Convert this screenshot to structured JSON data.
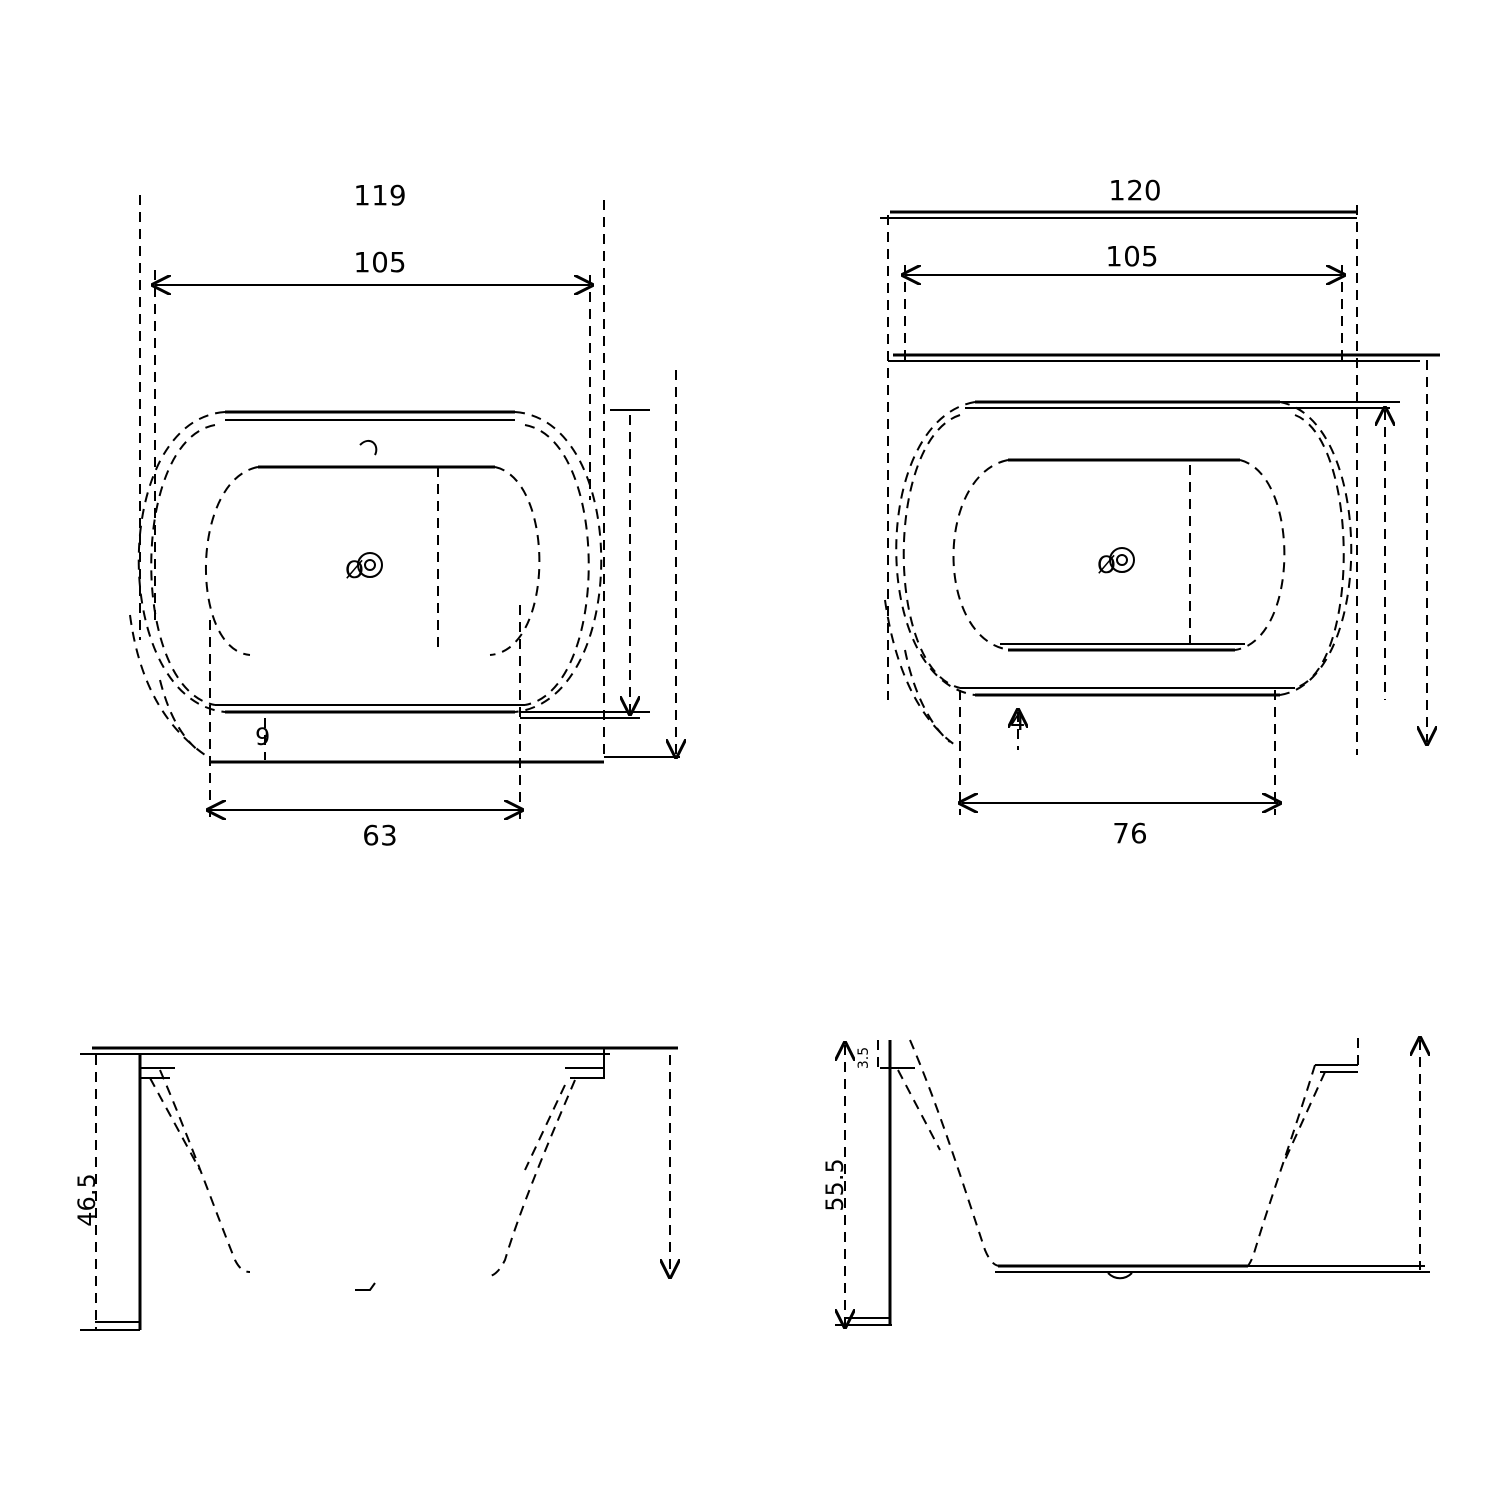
{
  "top_left": {
    "overall_width": "119",
    "inner_width": "105",
    "drain": "Ø",
    "bottom_width": "63",
    "front_offset": "9"
  },
  "top_right": {
    "overall_width": "120",
    "inner_width": "105",
    "drain": "Ø",
    "bottom_width": "76",
    "front_offset": "4"
  },
  "side_left": {
    "height": "46.5"
  },
  "side_right": {
    "rim": "3.5",
    "height": "55.5"
  }
}
